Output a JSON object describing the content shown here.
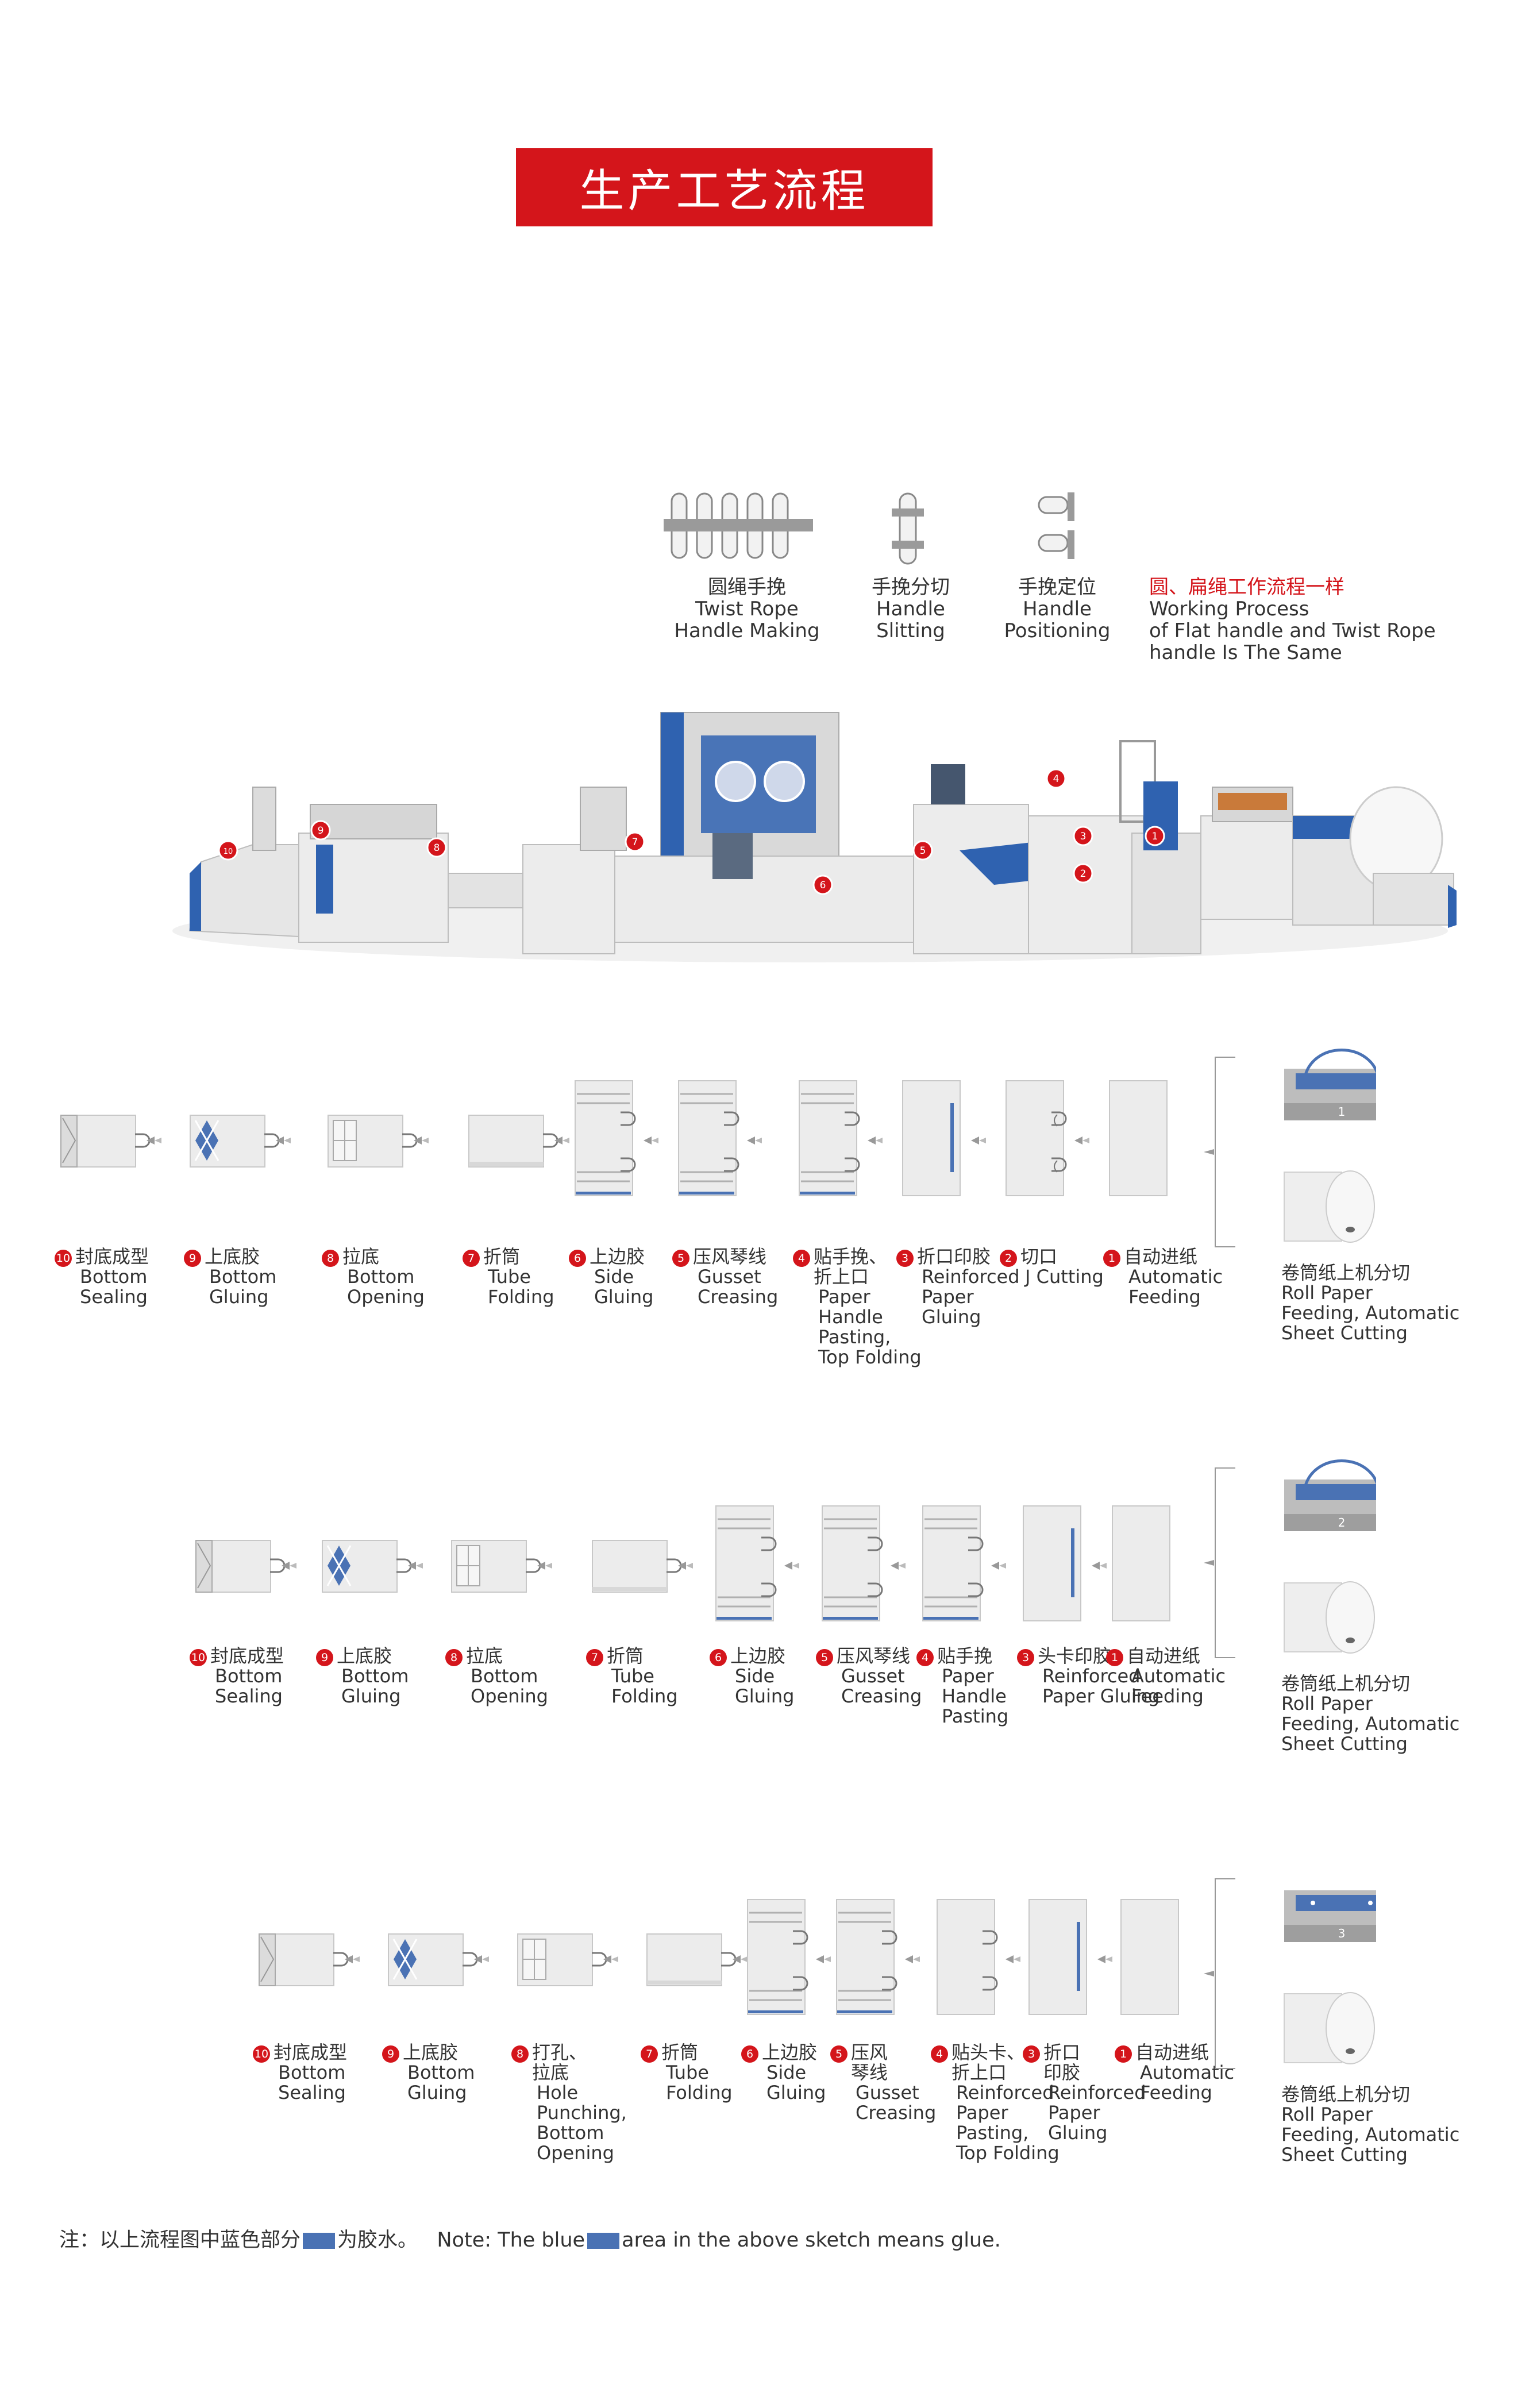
{
  "header": {
    "title": "生产工艺流程"
  },
  "handle_steps": [
    {
      "zh": "圆绳手挽",
      "en": "Twist Rope\nHandle Making",
      "icon": "twist-rope-handle-icon"
    },
    {
      "zh": "手挽分切",
      "en": "Handle\nSlitting",
      "icon": "handle-slitting-icon"
    },
    {
      "zh": "手挽定位",
      "en": "Handle\nPositioning",
      "icon": "handle-positioning-icon"
    }
  ],
  "handle_note": {
    "zh": "圆、扁绳工作流程一样",
    "en": "Working Process\nof Flat handle and Twist Rope\nhandle Is The Same"
  },
  "machine_markers": [
    "1",
    "2",
    "3",
    "4",
    "5",
    "6",
    "7",
    "8",
    "9",
    "10"
  ],
  "rows": [
    {
      "roll_sheet_label": "1",
      "roll_caption": {
        "zh": "卷筒纸上机分切",
        "en": "Roll Paper\nFeeding, Automatic\nSheet Cutting"
      },
      "steps": [
        {
          "num": "10",
          "zh": "封底成型",
          "en": "Bottom\nSealing"
        },
        {
          "num": "9",
          "zh": "上底胶",
          "en": "Bottom\nGluing"
        },
        {
          "num": "8",
          "zh": "拉底",
          "en": "Bottom\nOpening"
        },
        {
          "num": "7",
          "zh": "折筒",
          "en": "Tube\nFolding"
        },
        {
          "num": "6",
          "zh": "上边胶",
          "en": "Side\nGluing"
        },
        {
          "num": "5",
          "zh": "压风琴线",
          "en": "Gusset\nCreasing"
        },
        {
          "num": "4",
          "zh": "贴手挽、\n折上口",
          "en": "Paper\nHandle\nPasting,\nTop Folding"
        },
        {
          "num": "3",
          "zh": "折口印胶",
          "en": "Reinforced\nPaper\nGluing"
        },
        {
          "num": "2",
          "zh": "切口",
          "en": "J Cutting"
        },
        {
          "num": "1",
          "zh": "自动进纸",
          "en": "Automatic\nFeeding"
        }
      ]
    },
    {
      "roll_sheet_label": "2",
      "roll_caption": {
        "zh": "卷筒纸上机分切",
        "en": "Roll Paper\nFeeding, Automatic\nSheet Cutting"
      },
      "steps": [
        {
          "num": "10",
          "zh": "封底成型",
          "en": "Bottom\nSealing"
        },
        {
          "num": "9",
          "zh": "上底胶",
          "en": "Bottom\nGluing"
        },
        {
          "num": "8",
          "zh": "拉底",
          "en": "Bottom\nOpening"
        },
        {
          "num": "7",
          "zh": "折筒",
          "en": "Tube\nFolding"
        },
        {
          "num": "6",
          "zh": "上边胶",
          "en": "Side\nGluing"
        },
        {
          "num": "5",
          "zh": "压风琴线",
          "en": "Gusset\nCreasing"
        },
        {
          "num": "4",
          "zh": "贴手挽",
          "en": "Paper\nHandle\nPasting"
        },
        {
          "num": "3",
          "zh": "头卡印胶",
          "en": "Reinforced\nPaper Gluing"
        },
        {
          "num": "1",
          "zh": "自动进纸",
          "en": "Automatic\nFeeding"
        }
      ]
    },
    {
      "roll_sheet_label": "3",
      "roll_caption": {
        "zh": "卷筒纸上机分切",
        "en": "Roll Paper\nFeeding, Automatic\nSheet Cutting"
      },
      "steps": [
        {
          "num": "10",
          "zh": "封底成型",
          "en": "Bottom\nSealing"
        },
        {
          "num": "9",
          "zh": "上底胶",
          "en": "Bottom\nGluing"
        },
        {
          "num": "8",
          "zh": "打孔、\n拉底",
          "en": "Hole\nPunching,\nBottom\nOpening"
        },
        {
          "num": "7",
          "zh": "折筒",
          "en": "Tube\nFolding"
        },
        {
          "num": "6",
          "zh": "上边胶",
          "en": "Side\nGluing"
        },
        {
          "num": "5",
          "zh": "压风\n琴线",
          "en": "Gusset\nCreasing"
        },
        {
          "num": "4",
          "zh": "贴头卡、\n折上口",
          "en": "Reinforced\nPaper\nPasting,\nTop Folding"
        },
        {
          "num": "3",
          "zh": "折口\n印胶",
          "en": "Reinforced\nPaper\nGluing"
        },
        {
          "num": "1",
          "zh": "自动进纸",
          "en": "Automatic\nFeeding"
        }
      ]
    }
  ],
  "footnote": {
    "zh_before": "注：以上流程图中蓝色部分",
    "zh_after": "为胶水。",
    "en_before": "Note: The blue",
    "en_after": "area in the above sketch means glue."
  },
  "colors": {
    "accent_red": "#d4151b",
    "glue_blue": "#4a72b4",
    "machine_blue": "#2f62b0",
    "sheet_grey": "#e8e8e8"
  }
}
